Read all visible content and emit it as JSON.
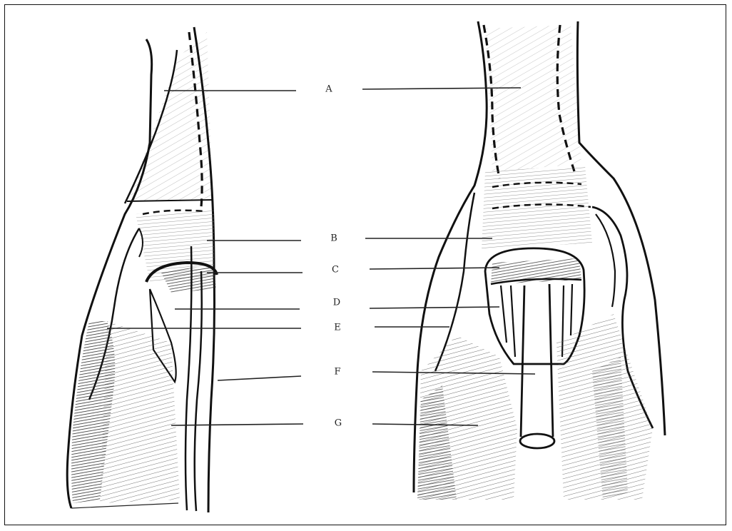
{
  "labels": {
    "a": "A",
    "b": "B",
    "c": "C",
    "d": "D",
    "e": "E",
    "f": "F",
    "g": "G"
  },
  "colors": {
    "ink": "#111111",
    "shade": "#444444",
    "background": "#ffffff"
  }
}
